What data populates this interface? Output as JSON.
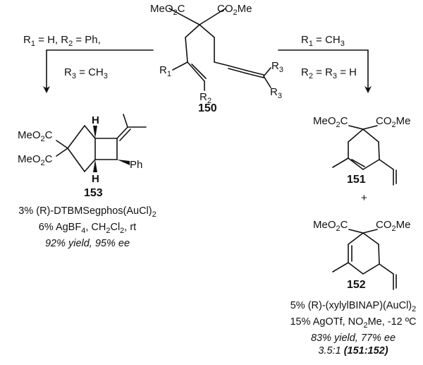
{
  "compounds": {
    "c150": {
      "number": "150",
      "ester_left": "MeO2C",
      "ester_right": "CO2Me",
      "r1": "R1",
      "r2": "R2",
      "r3_top": "R3",
      "r3_bottom": "R3"
    },
    "c151": {
      "number": "151",
      "ester_left": "MeO2C",
      "ester_right": "CO2Me"
    },
    "c152": {
      "number": "152",
      "ester_left": "MeO2C",
      "ester_right": "CO2Me"
    },
    "c153": {
      "number": "153",
      "ester_top": "MeO2C",
      "ester_bottom": "MeO2C",
      "h_top": "H",
      "h_bottom": "H",
      "ph": "Ph"
    }
  },
  "left_arrow": {
    "line1": "R1 = H, R2 = Ph,",
    "line2": "R3 = CH3"
  },
  "right_arrow": {
    "line1": "R1 = CH3",
    "line2": "R2 = R3 = H"
  },
  "plus": "+",
  "left_conditions": {
    "line1": "3% (R)-DTBMSegphos(AuCl)2",
    "line2": "6% AgBF4, CH2Cl2, rt",
    "line3": "92% yield, 95% ee"
  },
  "right_conditions": {
    "line1": "5% (R)-(xylylBINAP)(AuCl)2",
    "line2": "15% AgOTf, NO2Me, -12 ºC",
    "line3": "83% yield, 77% ee",
    "line4": "3.5:1 (151:152)"
  }
}
